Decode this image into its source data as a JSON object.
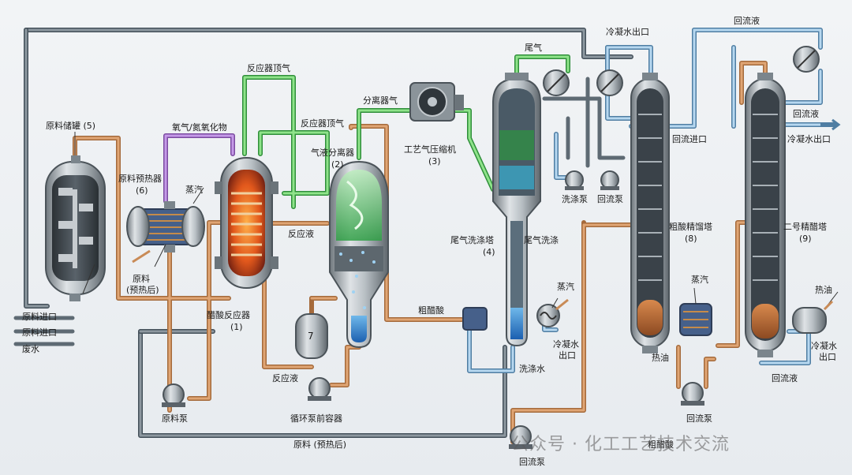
{
  "labels": {
    "feed_tank": "原料储罐 (5)",
    "feed_preheater": "原料预热器",
    "feed_preheater_num": "(6)",
    "oxygen": "氧气/氮氧化物",
    "steam_1": "蒸汽",
    "reactor_top_gas_1": "反应器顶气",
    "reactor_top_gas_2": "反应器顶气",
    "separator_gas": "分离器气",
    "gas_liquid_separator": "气液分离器",
    "gas_liquid_separator_num": "(2)",
    "reaction_liquid_1": "反应液",
    "compressor": "工艺气压缩机",
    "compressor_num": "(3)",
    "tail_gas": "尾气",
    "feed_preheated_1": "原料",
    "feed_preheated_2": "(预热后)",
    "reactor": "醋酸反应器",
    "reactor_num": "(1)",
    "vessel_7": "7",
    "reaction_liquid_2": "反应液",
    "feed_pump": "原料泵",
    "circ_vessel": "循环泵前容器",
    "feed_in_1": "原料进口",
    "feed_in_2": "原料进口",
    "waste_water": "废水",
    "crude_acid_1": "粗醋酸",
    "scrubber": "尾气洗涤塔",
    "scrubber_num": "(4)",
    "tail_wash": "尾气洗涤",
    "wash_pump": "洗涤泵",
    "reflux_pump_1": "回流泵",
    "cw_out_1": "冷凝水出口",
    "reflux_liquid_1": "回流液",
    "reflux_liquid_2": "回流液",
    "reflux_in": "回流进口",
    "cw_out_2": "冷凝水出口",
    "acid_column": "粗酸精馏塔",
    "acid_column_num": "(8)",
    "column2": "二号精醋塔",
    "column2_num": "(9)",
    "steam_2": "蒸汽",
    "steam_3": "蒸汽",
    "cw_out_3a": "冷凝水",
    "cw_out_3b": "出口",
    "wash_water": "洗涤水",
    "hot_oil_1": "热油",
    "hot_oil_2": "热油",
    "reflux_pump_2": "回流泵",
    "reflux_liquid_3": "回流液",
    "cw_out_4a": "冷凝水",
    "cw_out_4b": "出口",
    "feed_preheated_bottom": "原料 (预热后)",
    "crude_acid_2": "粗醋酸",
    "reflux_pump_3": "回流泵",
    "watermark": "公众号 · 化工工艺技术交流"
  },
  "colors": {
    "gray_line": "#5d6972",
    "orange_line": "#c98b57",
    "green_line": "#64c35f",
    "purple_line": "#a06bc9",
    "blue_line": "#8cb6d6",
    "steel": "#9aa3aa"
  }
}
